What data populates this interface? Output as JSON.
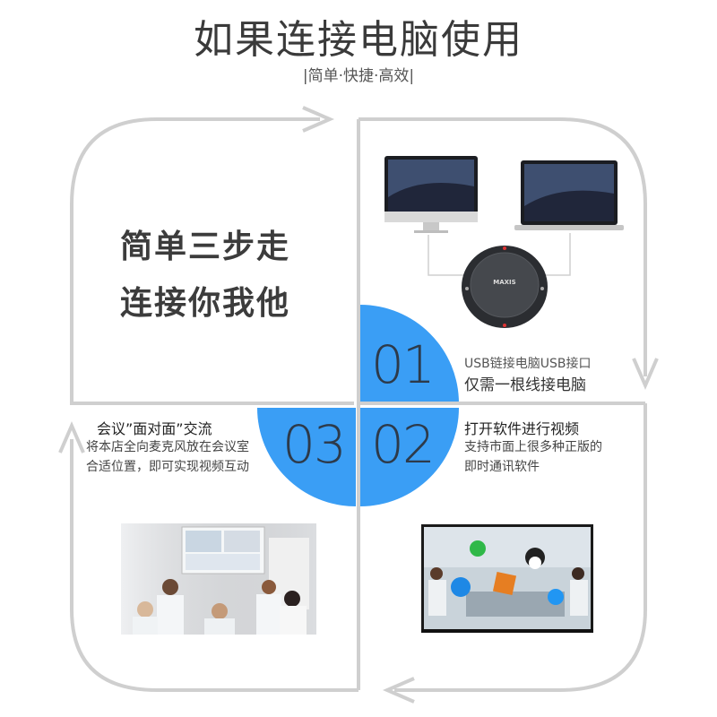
{
  "header": {
    "title": "如果连接电脑使用",
    "subtitle": "|简单·快捷·高效|"
  },
  "intro": {
    "line1": "简单三步走",
    "line2": "连接你我他"
  },
  "steps": [
    {
      "number": "01",
      "line1": "USB链接电脑USB接口",
      "line2": "仅需一根线接电脑"
    },
    {
      "number": "02",
      "heading": "打开软件进行视频",
      "desc1": "支持市面上很多种正版的",
      "desc2": "即时通讯软件"
    },
    {
      "number": "03",
      "heading": "会议”面对面”交流",
      "desc1": "将本店全向麦克风放在会议室",
      "desc2": "合适位置，即可实现视频互动"
    }
  ],
  "device": {
    "brand": "MAXIS"
  },
  "colors": {
    "accent": "#3a9ef5",
    "frame": "#cfcfcf"
  }
}
